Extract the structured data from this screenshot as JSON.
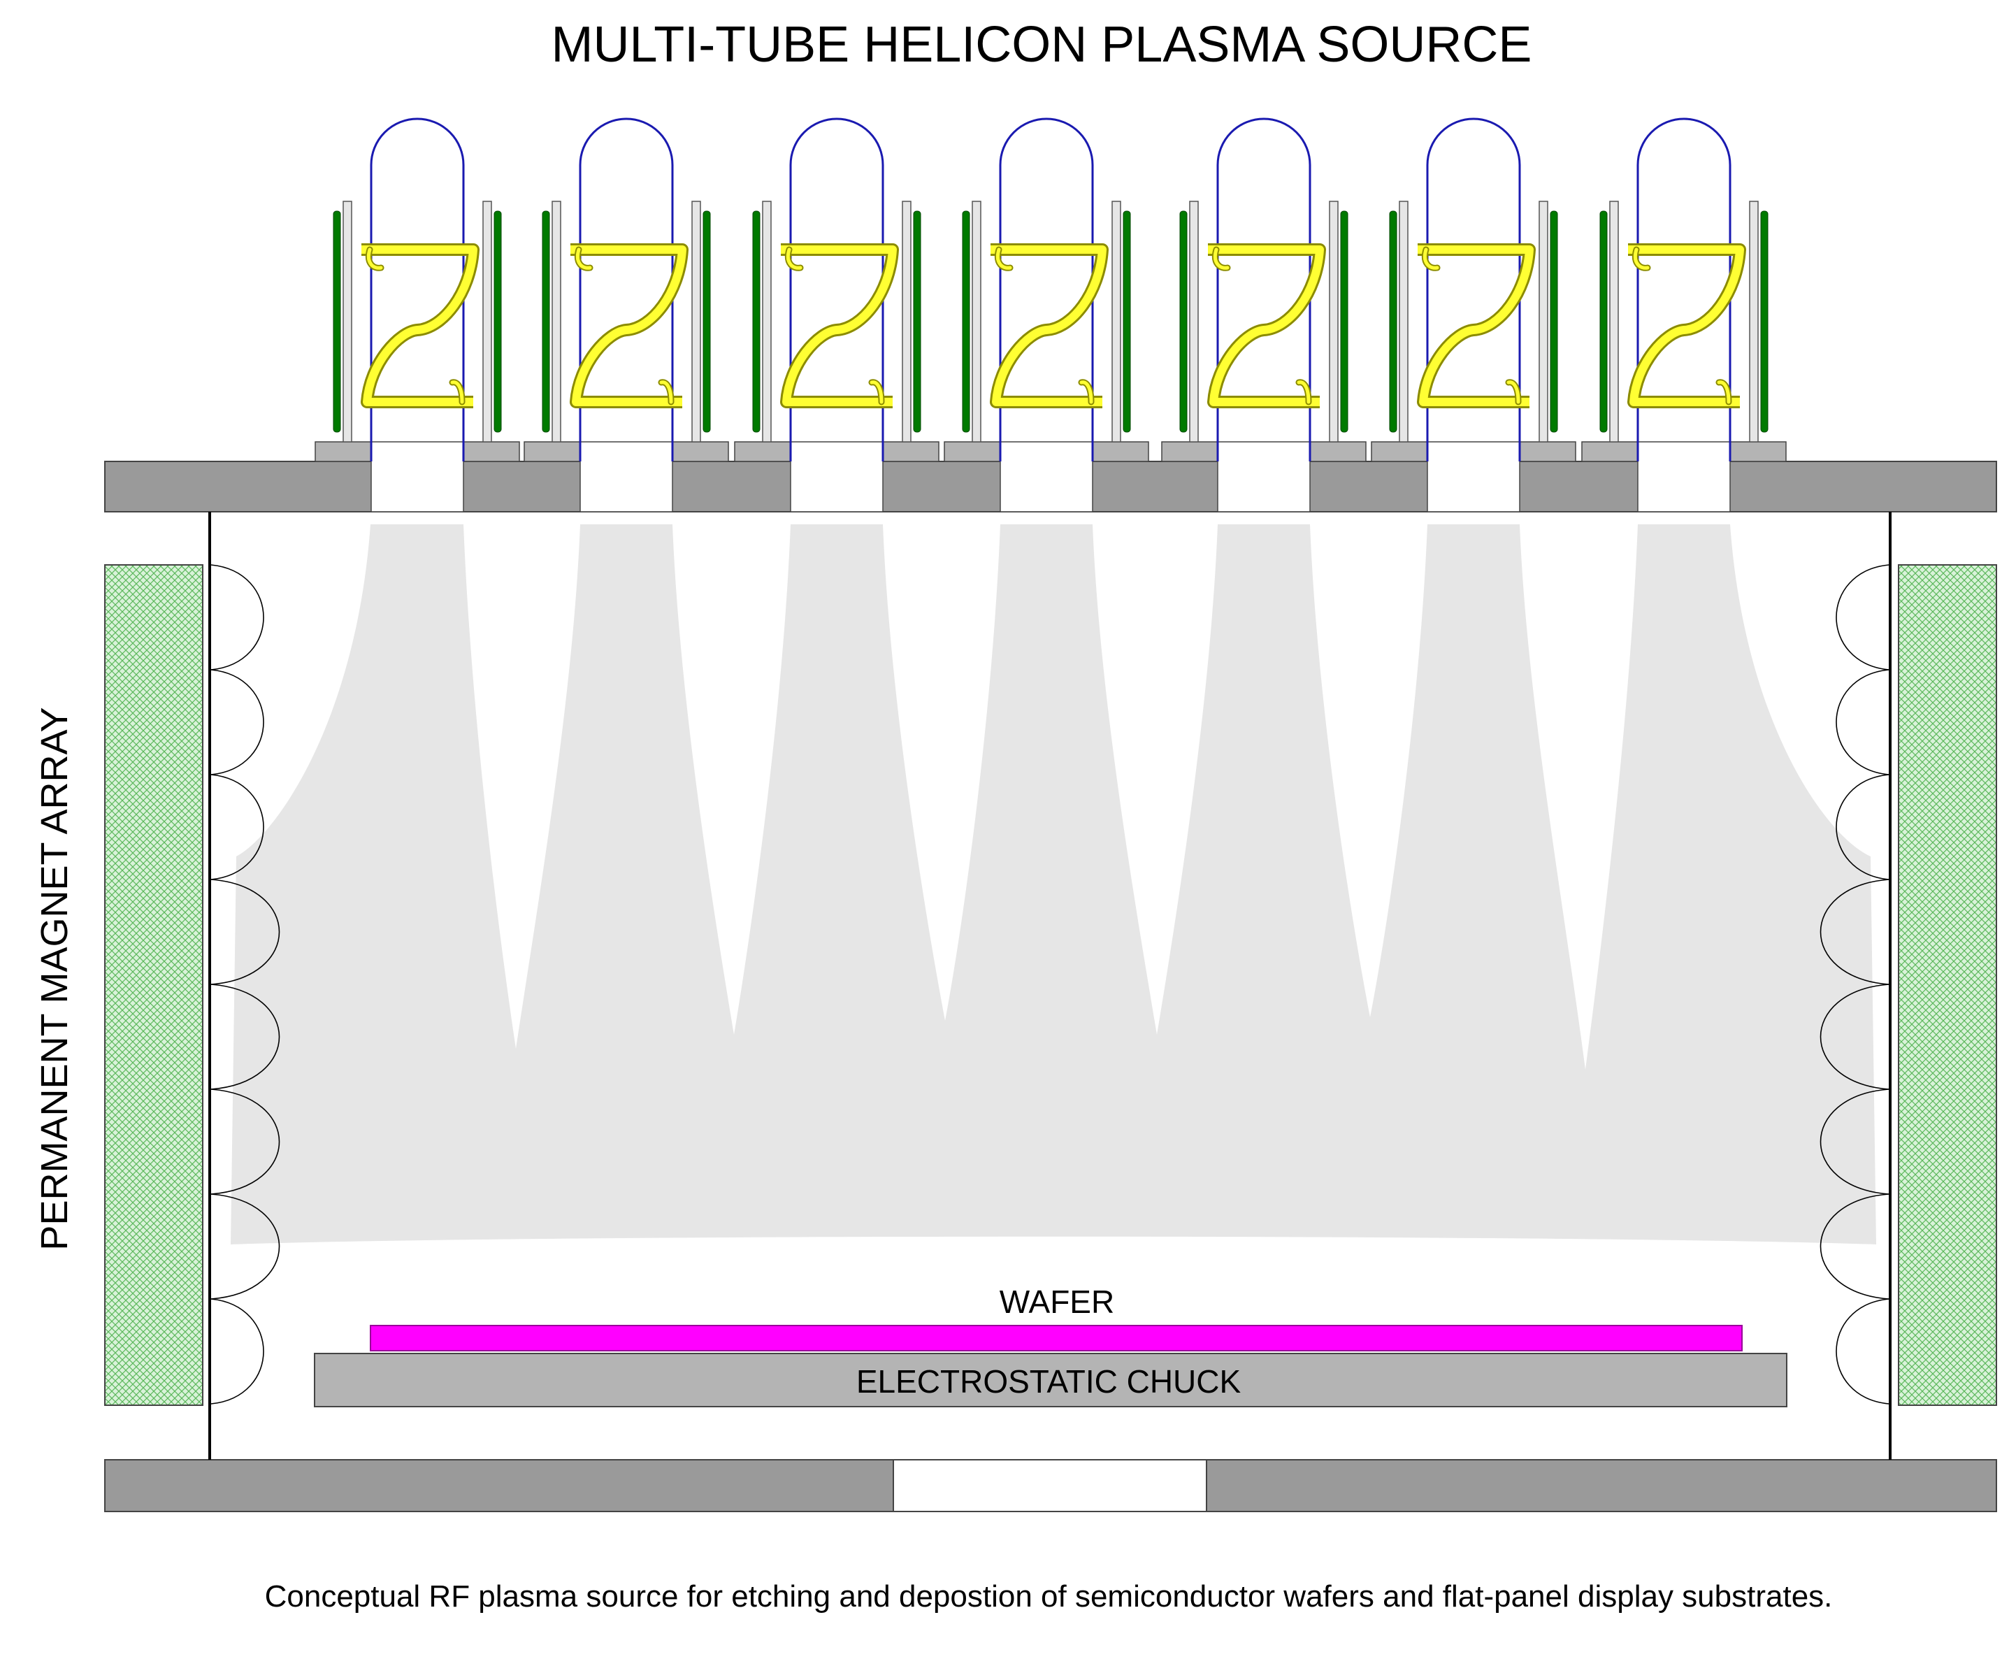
{
  "title": "MULTI-TUBE HELICON PLASMA SOURCE",
  "side_label": "PERMANENT MAGNET ARRAY",
  "wafer_label": "WAFER",
  "chuck_label": "ELECTROSTATIC CHUCK",
  "caption": "Conceptual RF plasma source for etching and depostion of semiconductor wafers and flat-panel display substrates.",
  "tube_count": 7,
  "colors": {
    "plate": "#9a9a9a",
    "tube_outline": "#1a1ab0",
    "antenna": "#ffff33",
    "antenna_edge": "#8c8c00",
    "green_magnet": "#007a00",
    "plasma": "#e6e6e6",
    "wafer": "#ff00ff",
    "chuck": "#b4b4b4",
    "magnet_array": "#cdeccd"
  }
}
